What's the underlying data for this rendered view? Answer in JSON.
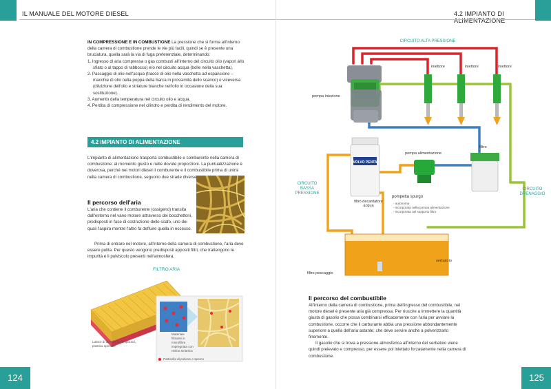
{
  "left": {
    "header": "IL MANUALE DEL MOTORE DIESEL",
    "page_number": "124",
    "intro_lead": "IN COMPRESSIONE E IN COMBUSTIONE",
    "intro_text": "La pressione che si forma all'interno della camera di combustione prende le vie più facili, quindi se è presente una bruciatura, quella sarà la via di fuga preferenziale, determinando:",
    "list": [
      "1.  Ingresso di aria compressa o gas combusti all'interno del circuito olio (vapori allo sfiato o al tappo di rabbocco) e/o nel circuito acqua (bolle nella vaschetta).",
      "2.  Passaggio di olio nell'acqua (tracce di olio nella vaschetta ad espansione – macchie di olio nella poppa della barca in prossimità dello scarico) o viceversa (diluizione dell'olio e striature bianche nell'olio in occasione della sua sostituzione).",
      "3.  Aumento della temperatura nel circuito olio e acqua.",
      "4.  Perdita di compressione nel cilindro e perdita di rendimento del motore."
    ],
    "section_title": "4.2 IMPIANTO DI ALIMENTAZIONE",
    "section_text": "L'impianto di alimentazione trasporta combustibile e comburente nella camera di combustione: al momento giusto e nelle dovute proporzioni. La puntualizzazione è doverosa, perché nei motori diesel il comburente e il combustibile prima di unirsi nella camera di combustione, seguono due strade diverse.",
    "subhead": "Il percorso dell'aria",
    "air_text_1": "L'aria che contiene il comburente (ossigeno) transita dall'esterno nel vano motore attraverso dei bocchettoni, predisposti in fase di costruzione dello scafo, uno dei quali l'aspira mentre l'altro fa defluire quella in eccesso.",
    "air_text_2": "Prima di entrare nel motore, all'interno della camera di combustione, l'aria deve essere pulita. Per questo vengono predisposti appositi filtri, che trattengono le impurità e il pulviscolo presenti nell'atmosfera.",
    "filter_caption": "FILTRO ARIA",
    "filter_label_1": "Lattice di lamella in compound, plastica speciale",
    "filter_label_2": "Materiale filtrante in microfibra impregnata con resina sintetica",
    "filter_label_3": "Particella di polvere e sporco"
  },
  "right": {
    "header": "4.2 IMPIANTO DI ALIMENTAZIONE",
    "page_number": "125",
    "diagram": {
      "circuit_high": "CIRCUITO ALTA PRESSIONE",
      "injector_1": "iniettore",
      "injector_2": "iniettore",
      "injector_3": "iniettore",
      "injection_pump": "pompa iniezione",
      "feed_pump": "pompa alimentazione",
      "filter": "filtro",
      "circuit_low": "CIRCUITO BASSA PRESSIONE",
      "circuit_drain": "CIRCUITO DRENAGGIO",
      "decanter": "filtro decantatore acqua",
      "sponge_pump": "pompetta spurgo",
      "sponge_notes": [
        "- autonoma",
        "- incorporata nella pompa alimentazione",
        "- incorporata nel supporto filtro"
      ],
      "tank": "serbatoio",
      "pickup_filter": "filtro pescaggio",
      "brand": "VOLVO PENTA",
      "colors": {
        "high": "#d8242c",
        "low": "#3d7fc1",
        "drain": "#9cc43a",
        "return": "#f0a21a",
        "pump": "#26a83a"
      }
    },
    "subhead": "Il percorso del combustibile",
    "fuel_text_1": "All'interno della camera di combustione, prima dell'ingresso del combustibile, nel motore diesel è presente aria già compressa. Per riuscire a immettere la quantità giusta di gasolio che possa combinarsi efficacemente con l'aria per avviare la combustione, occorre che il carburante abbia una pressione abbondantemente superiore a quella dell'aria astante; che deve servire anche a polverizzarlo finemente.",
    "fuel_text_2": "Il gasolio che si trova a pressione atmosferica all'interno del serbatoio viene quindi prelevato e compresso, per essere poi iniettato forzatamente nella camera di combustione."
  }
}
